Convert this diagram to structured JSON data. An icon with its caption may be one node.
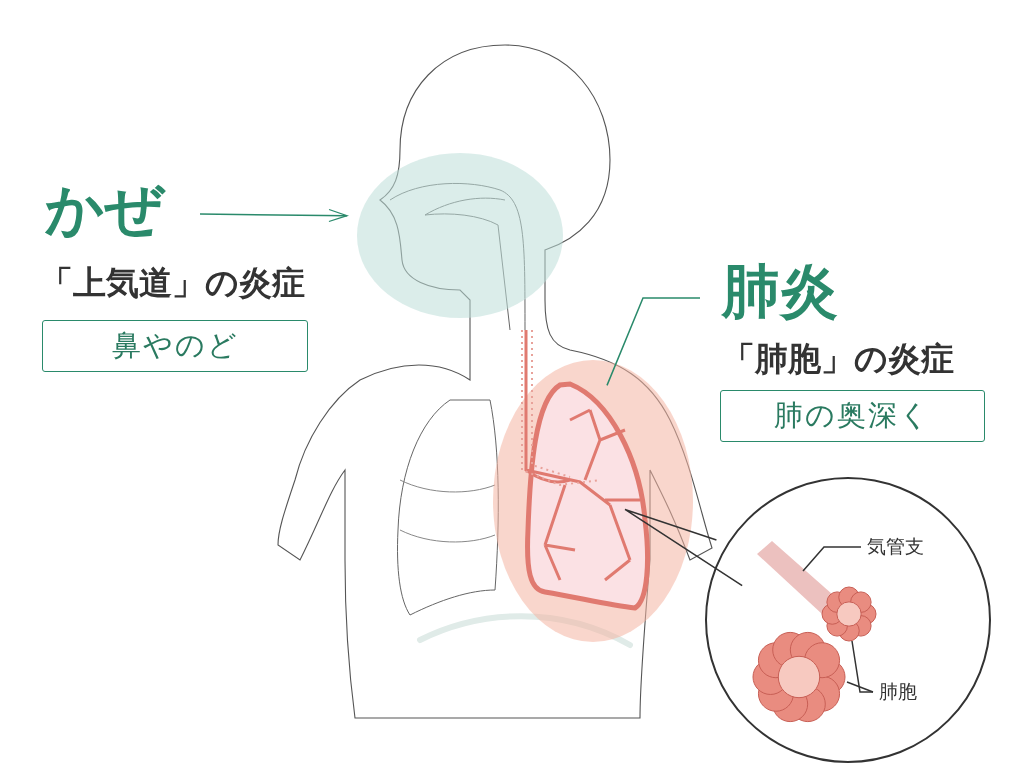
{
  "diagram": {
    "nodes": [
      {
        "text": [
          "かぜ"
        ]
      },
      {
        "text": [],
        "shape": "circle"
      },
      {
        "text": [
          "鼻やのど"
        ]
      },
      {
        "text": [
          "肺炎"
        ]
      },
      {
        "text": [],
        "shape": "circle"
      },
      {
        "text": [
          "肺の奥深く"
        ]
      },
      {
        "text": [],
        "shape": "circle"
      },
      {
        "text": [
          "気管支"
        ],
        "in": 6
      },
      {
        "text": [],
        "shape": "picture",
        "in": 6
      },
      {
        "text": [
          "肺胞"
        ],
        "in": 6
      },
      {
        "text": [],
        "shape": "picture",
        "in": 6
      },
      {
        "text": [],
        "shape": "picture",
        "in": 6
      }
    ],
    "edges": [
      {
        "from": 0,
        "to": 1,
        "arrow": "to"
      },
      {
        "from": 3,
        "to": 4,
        "arrow": "none"
      },
      {
        "from": 4,
        "to": 6,
        "arrow": "none"
      },
      {
        "from": 7,
        "to": 8,
        "arrow": "none"
      },
      {
        "from": 9,
        "to": 10,
        "arrow": "none"
      },
      {
        "from": 9,
        "to": 11,
        "arrow": "none"
      }
    ],
    "labels": [
      "「上気道」の炎症",
      "「肺胞」の炎症"
    ]
  }
}
